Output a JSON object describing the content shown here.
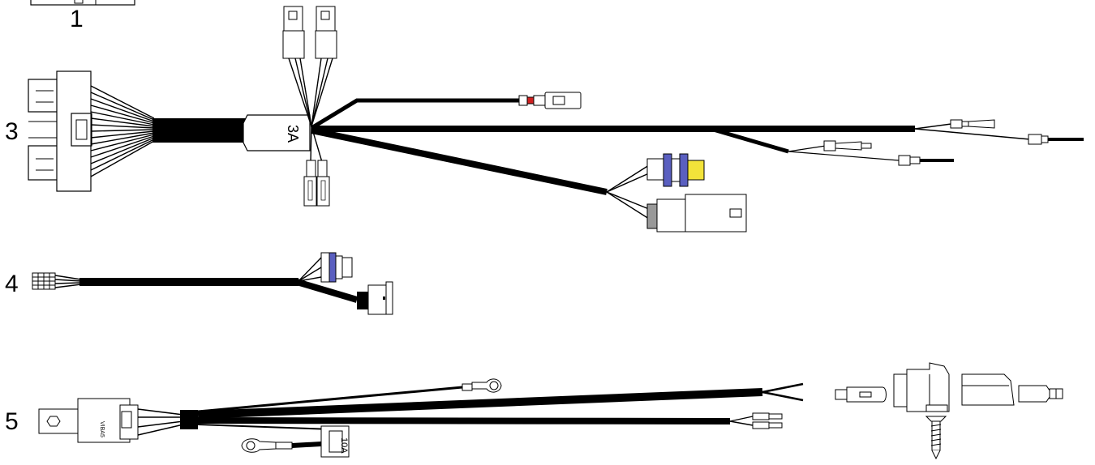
{
  "diagram": {
    "part_labels": {
      "part_1": "1",
      "part_3": "3",
      "part_4": "4",
      "part_5": "5"
    },
    "fuse_3a_label": "3A",
    "fuse_10a_label": "10A",
    "relay_label": "VIBA5"
  }
}
